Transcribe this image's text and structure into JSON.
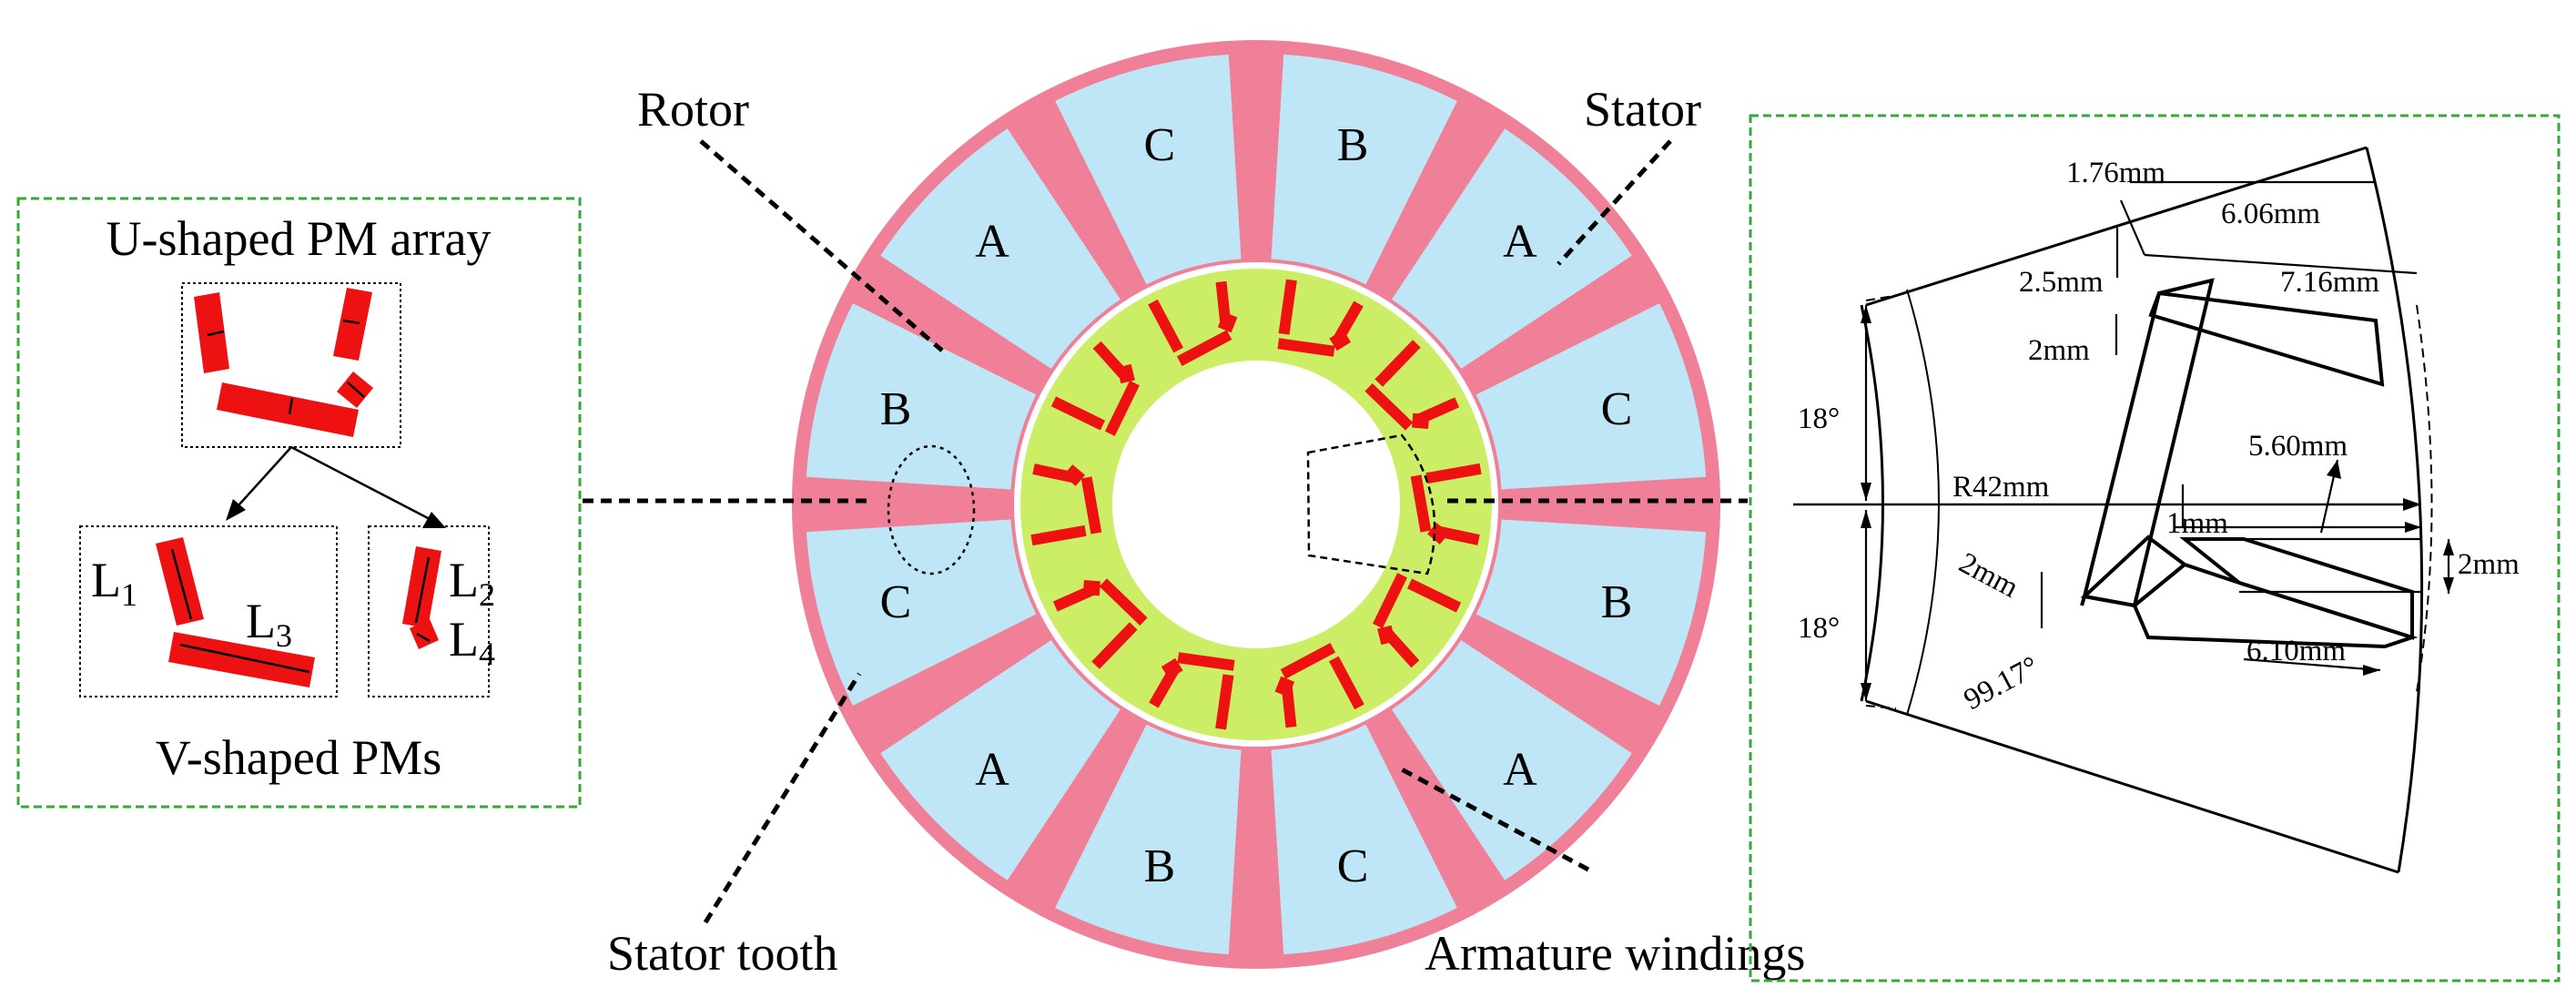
{
  "labels": {
    "rotor": "Rotor",
    "stator": "Stator",
    "stator_tooth": "Stator tooth",
    "armature_windings": "Armature windings"
  },
  "left_panel": {
    "title": "U-shaped PM array",
    "subtitle": "V-shaped PMs",
    "L1": "L",
    "L1_sub": "1",
    "L2": "L",
    "L2_sub": "2",
    "L3": "L",
    "L3_sub": "3",
    "L4": "L",
    "L4_sub": "4"
  },
  "slots": [
    "B",
    "A",
    "C",
    "B",
    "A",
    "C",
    "B",
    "A",
    "C",
    "B",
    "A",
    "C"
  ],
  "dimensions": {
    "d1": "1.76mm",
    "d2": "6.06mm",
    "d3": "2.5mm",
    "d4": "7.16mm",
    "d5": "2mm",
    "d6": "18°",
    "d7": "R42mm",
    "d8": "5.60mm",
    "d9": "1mm",
    "d10": "2mm",
    "d11": "2mm",
    "d12": "18°",
    "d13": "99.17°",
    "d14": "6.10mm"
  },
  "colors": {
    "stator": "#f08098",
    "slot": "#bfe6f6",
    "rotor": "#ccee66",
    "magnet": "#ee1111",
    "box_border": "#33aa33"
  }
}
